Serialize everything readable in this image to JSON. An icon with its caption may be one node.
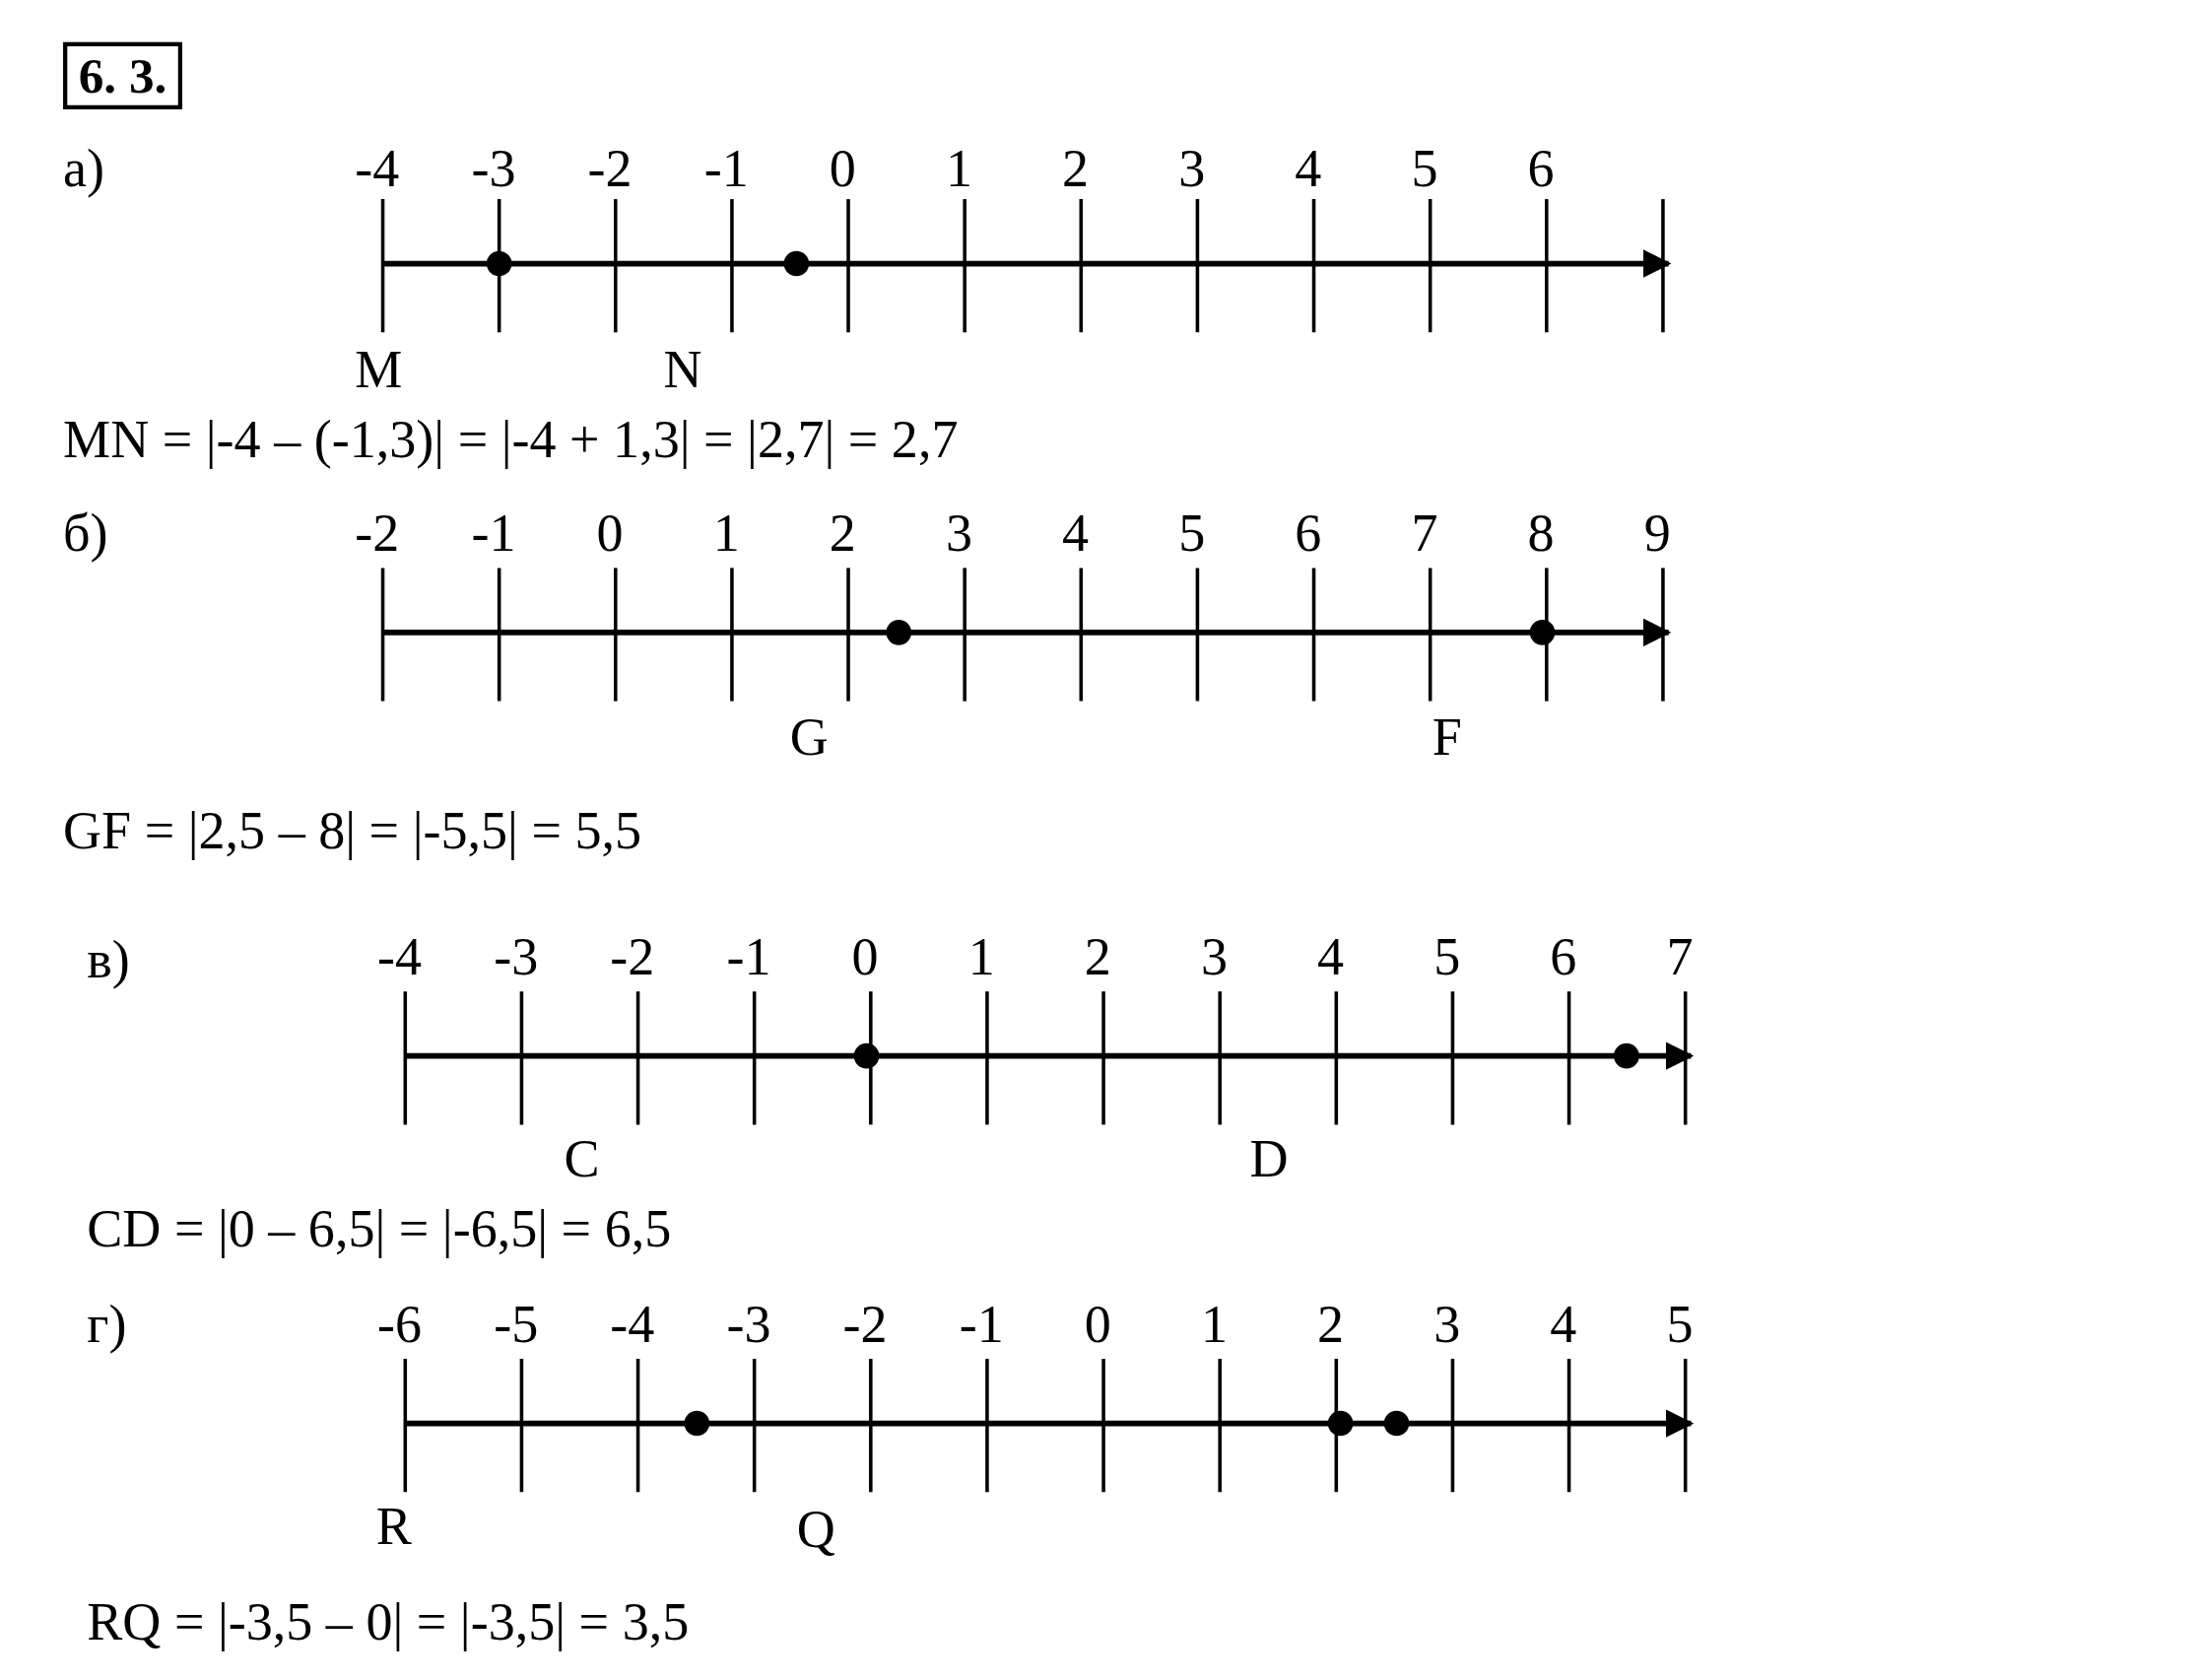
{
  "diagram": {
    "labels": [
      "6. 3.",
      "а)",
      "-4",
      "-3",
      "-2",
      "-1",
      "0",
      "1",
      "2",
      "3",
      "4",
      "5",
      "6",
      "M",
      "N",
      "MN = |-4 – (-1,3)| = |-4 + 1,3| = |2,7| = 2,7",
      "б)",
      "-2",
      "-1",
      "0",
      "1",
      "2",
      "3",
      "4",
      "5",
      "6",
      "7",
      "8",
      "9",
      "G",
      "F",
      "GF = |2,5 – 8| = |-5,5| = 5,5",
      "в)",
      "-4",
      "-3",
      "-2",
      "-1",
      "0",
      "1",
      "2",
      "3",
      "4",
      "5",
      "6",
      "7",
      "C",
      "D",
      "CD = |0 – 6,5| = |-6,5| = 6,5",
      "г)",
      "-6",
      "-5",
      "-4",
      "-3",
      "-2",
      "-1",
      "0",
      "1",
      "2",
      "3",
      "4",
      "5",
      "R",
      "Q",
      "RQ = |-3,5 – 0| = |-3,5| = 3,5"
    ]
  }
}
